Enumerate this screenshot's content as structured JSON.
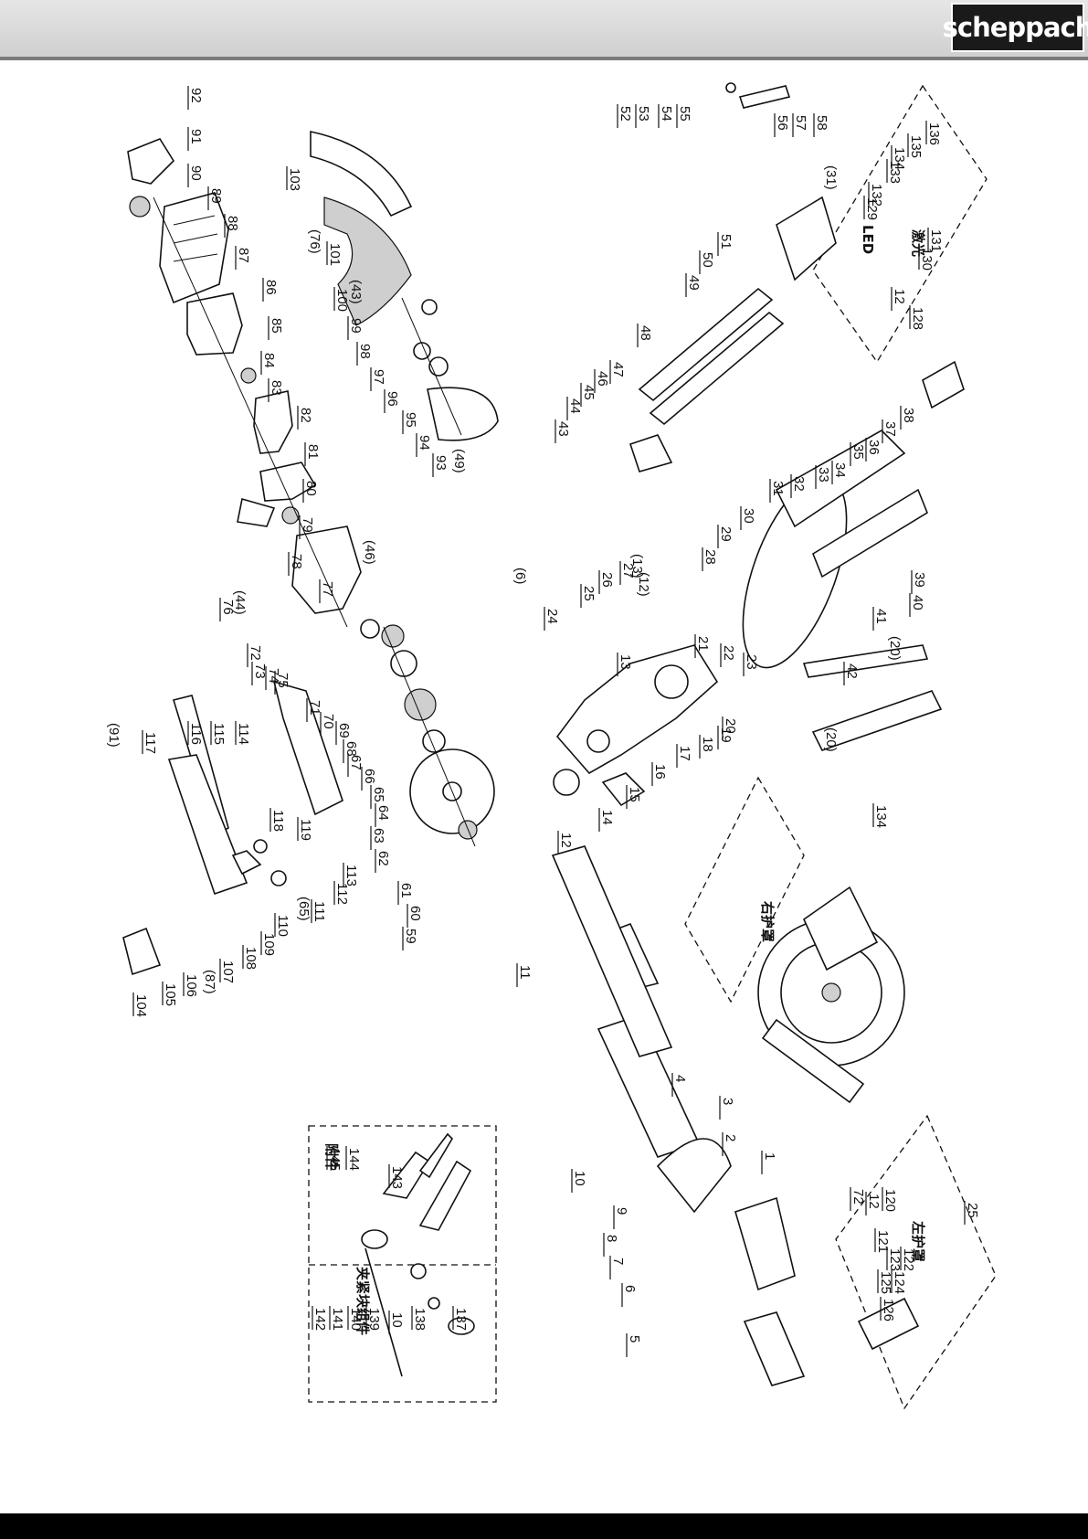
{
  "header": {
    "brand": "scheppach"
  },
  "diagram": {
    "title": "",
    "part_numbers": [
      "1",
      "2",
      "3",
      "4",
      "5",
      "6",
      "7",
      "8",
      "9",
      "10",
      "11",
      "12",
      "13",
      "14",
      "15",
      "16",
      "17",
      "18",
      "19",
      "20",
      "21",
      "22",
      "23",
      "24",
      "25",
      "26",
      "27",
      "28",
      "29",
      "30",
      "31",
      "32",
      "33",
      "34",
      "35",
      "36",
      "37",
      "38",
      "39",
      "40",
      "41",
      "42",
      "43",
      "44",
      "45",
      "46",
      "47",
      "48",
      "49",
      "50",
      "51",
      "52",
      "53",
      "54",
      "55",
      "56",
      "57",
      "58",
      "59",
      "60",
      "61",
      "62",
      "63",
      "64",
      "65",
      "66",
      "67",
      "68",
      "69",
      "70",
      "71",
      "72",
      "73",
      "74",
      "75",
      "76",
      "77",
      "78",
      "79",
      "80",
      "81",
      "82",
      "83",
      "84",
      "85",
      "86",
      "87",
      "88",
      "89",
      "90",
      "91",
      "92",
      "93",
      "94",
      "95",
      "96",
      "97",
      "98",
      "99",
      "100",
      "101",
      "103",
      "104",
      "105",
      "106",
      "107",
      "108",
      "109",
      "110",
      "111",
      "112",
      "113",
      "114",
      "115",
      "116",
      "117",
      "118",
      "119",
      "120",
      "121",
      "122",
      "123",
      "124",
      "125",
      "126",
      "128",
      "129",
      "130",
      "131",
      "132",
      "133",
      "134",
      "135",
      "136",
      "137",
      "138",
      "139",
      "140",
      "141",
      "142",
      "143",
      "144",
      "145"
    ],
    "reference_labels": [
      "(6)",
      "(12)",
      "(13)",
      "(20)",
      "(31)",
      "(43)",
      "(44)",
      "(46)",
      "(49)",
      "(65)",
      "(76)",
      "(87)",
      "(91)"
    ],
    "group_labels": {
      "right_guard": "右护罩",
      "left_guard": "左护罩",
      "clamp_assembly": "夹紧块组件",
      "accessories": "附件",
      "laser": "激光",
      "led": "LED"
    }
  },
  "colors": {
    "line": "#111111",
    "header_bg": "#d8d8d8",
    "brand_bg": "#1a1a1a",
    "footer": "#000000"
  }
}
